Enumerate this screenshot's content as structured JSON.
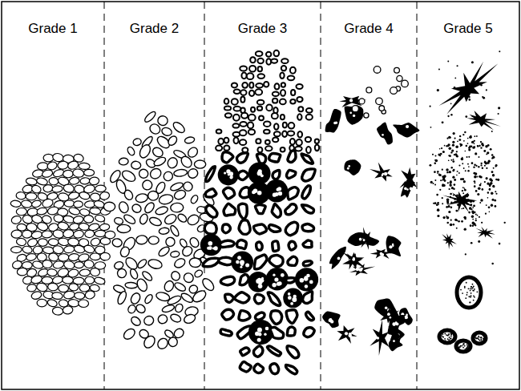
{
  "diagram": {
    "labels": [
      "Grade 1",
      "Grade 2",
      "Grade 3",
      "Grade 4",
      "Grade 5"
    ]
  }
}
